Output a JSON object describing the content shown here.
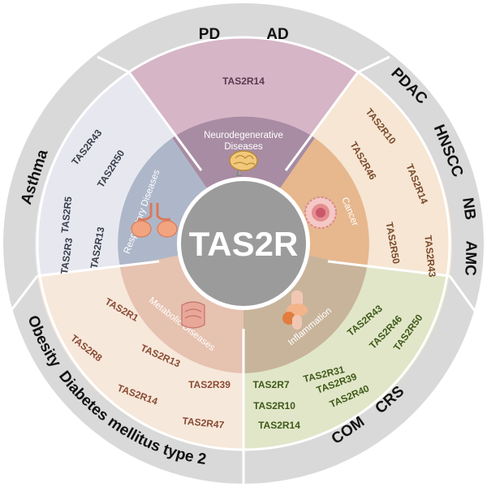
{
  "center": {
    "title": "TAS2R"
  },
  "outer_ring": {
    "neuro": [
      "PD",
      "AD"
    ],
    "cancer": [
      "PDAC",
      "HNSCC",
      "NB",
      "AMC"
    ],
    "inflammation": [
      "COM",
      "CRS"
    ],
    "metabolic": [
      "Obesity",
      "Diabetes mellitus type 2"
    ],
    "respiratory": [
      "Asthma"
    ]
  },
  "sectors": {
    "neuro": {
      "name": [
        "Neurodegenerative",
        "Diseases"
      ],
      "genes": [
        "TAS2R14"
      ]
    },
    "cancer": {
      "name": "Cancer",
      "genes": [
        "TAS2R10",
        "TAS2R46",
        "TAS2R14",
        "TAS2R50",
        "TAS2R43"
      ]
    },
    "inflammation": {
      "name": "Inflammation",
      "genes": [
        "TAS2R7",
        "TAS2R31",
        "TAS2R43",
        "TAS2R46",
        "TAS2R50",
        "TAS2R10",
        "TAS2R39",
        "TAS2R40",
        "TAS2R14"
      ]
    },
    "metabolic": {
      "name": "Metabolic Diseases",
      "genes": [
        "TAS2R1",
        "TAS2R8",
        "TAS2R13",
        "TAS2R39",
        "TAS2R14",
        "TAS2R47"
      ]
    },
    "respiratory": {
      "name": "Respiratory Diseases",
      "genes": [
        "TAS2R43",
        "TAS2R50",
        "TAS2R3",
        "TAS2R13",
        "TAS2R5"
      ]
    }
  },
  "colors": {
    "outer_ring": "#d9d9d9",
    "neuro_band": "#d6b5c7",
    "neuro_inner": "#a88ca3",
    "cancer_band": "#f6e6d3",
    "cancer_inner": "#e7b78e",
    "inflammation_band": "#e1e6c9",
    "inflammation_inner": "#c8b49b",
    "metabolic_band": "#f6e8da",
    "metabolic_inner": "#e6c2b0",
    "respiratory_band": "#e7e8ef",
    "respiratory_inner": "#aeb7c9",
    "center": "#9b9b9b",
    "gene_neuro": "#5a3a4f",
    "gene_cancer": "#7a4a2c",
    "gene_inflammation": "#3f5a18",
    "gene_metabolic": "#8a4a34",
    "gene_respiratory": "#3a3f4d"
  },
  "icons": {
    "neuro": "brain-icon",
    "cancer": "tumor-cell-icon",
    "inflammation": "inflamed-joint-icon",
    "metabolic": "intestine-icon",
    "respiratory": "lungs-icon"
  }
}
